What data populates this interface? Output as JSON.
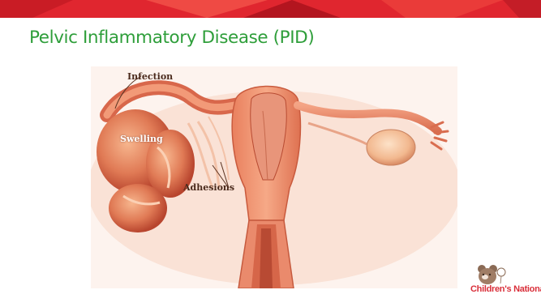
{
  "slide": {
    "title": "Pelvic Inflammatory Disease (PID)"
  },
  "figure": {
    "labels": {
      "infection": "Infection",
      "swelling": "Swelling",
      "adhesions": "Adhesions"
    }
  },
  "logo": {
    "name": "Children's National",
    "trademark": "™"
  },
  "colors": {
    "title": "#2e9e3a",
    "top_band_red": "#e0262f",
    "logo_red": "#d92f3a"
  }
}
